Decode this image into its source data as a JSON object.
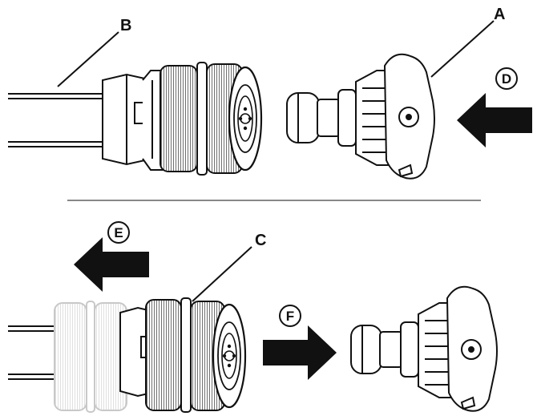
{
  "labels": {
    "a": "A",
    "b": "B",
    "c": "C",
    "d": "D",
    "e": "E",
    "f": "F"
  },
  "colors": {
    "ink": "#111111",
    "ghost": "#c8c8c8",
    "divider": "#888888",
    "background": "#ffffff"
  }
}
